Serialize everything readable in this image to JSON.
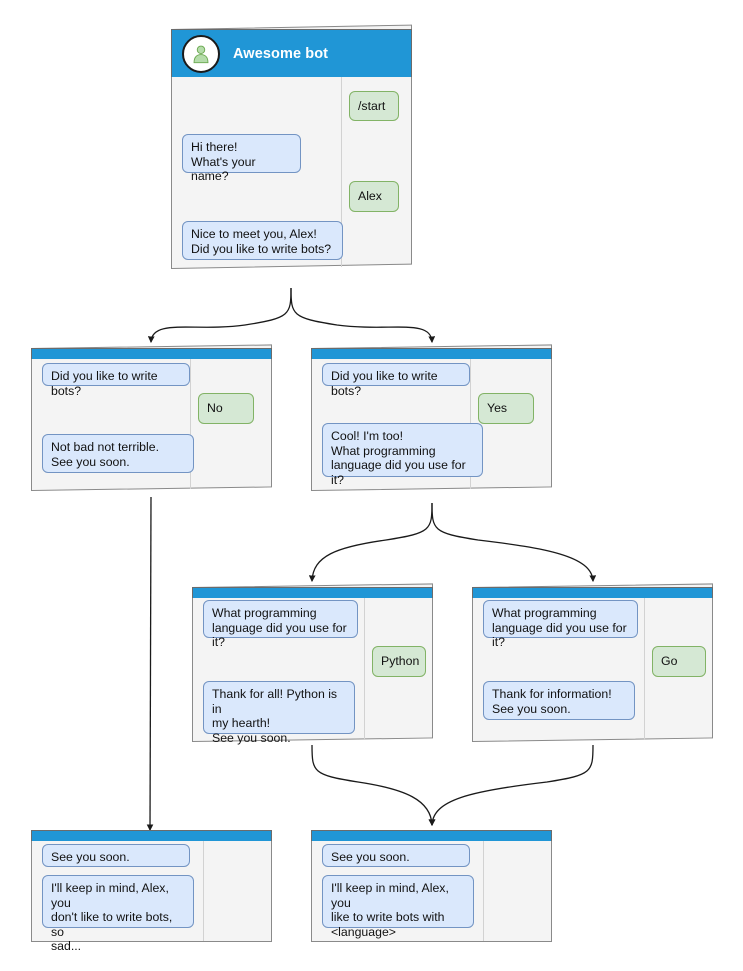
{
  "diagram": {
    "title": "Telegram bot conversation flow",
    "colors": {
      "header_blue": "#2096d6",
      "card_background": "#f4f4f4",
      "card_border": "#8a8a8a",
      "bot_bubble_fill": "#dae8fc",
      "bot_bubble_border": "#7394c3",
      "user_bubble_fill": "#d5e8d4",
      "user_bubble_border": "#82b366",
      "avatar_fill": "#b5dcab",
      "connector": "#1a1a1a"
    }
  },
  "cards": {
    "start": {
      "name": "start-card",
      "bot_name": "Awesome bot",
      "avatar_icon": "user-avatar-icon",
      "messages": [
        {
          "from": "user",
          "text": "/start"
        },
        {
          "from": "bot",
          "text": "Hi there!\nWhat's your name?"
        },
        {
          "from": "user",
          "text": "Alex"
        },
        {
          "from": "bot",
          "text": "Nice to meet you, Alex!\nDid you like to write bots?"
        }
      ]
    },
    "no_branch": {
      "name": "no-branch-card",
      "messages": [
        {
          "from": "bot",
          "text": "Did you like to write bots?"
        },
        {
          "from": "user",
          "text": "No"
        },
        {
          "from": "bot",
          "text": "Not bad not terrible.\nSee you soon."
        }
      ]
    },
    "yes_branch": {
      "name": "yes-branch-card",
      "messages": [
        {
          "from": "bot",
          "text": "Did you like to write bots?"
        },
        {
          "from": "user",
          "text": "Yes"
        },
        {
          "from": "bot",
          "text": "Cool! I'm too!\nWhat programming\nlanguage did you use for it?"
        }
      ]
    },
    "python_branch": {
      "name": "python-branch-card",
      "messages": [
        {
          "from": "bot",
          "text": "What programming\nlanguage did you use for it?"
        },
        {
          "from": "user",
          "text": "Python"
        },
        {
          "from": "bot",
          "text": "Thank for all! Python is in\nmy hearth!\nSee you soon."
        }
      ]
    },
    "go_branch": {
      "name": "go-branch-card",
      "messages": [
        {
          "from": "bot",
          "text": "What programming\nlanguage did you use for it?"
        },
        {
          "from": "user",
          "text": "Go"
        },
        {
          "from": "bot",
          "text": "Thank for information!\nSee you soon."
        }
      ]
    },
    "farewell_no": {
      "name": "farewell-no-card",
      "messages": [
        {
          "from": "bot",
          "text": "See you soon."
        },
        {
          "from": "bot",
          "text": "I'll keep in mind, Alex, you\ndon't like to write bots, so\nsad..."
        }
      ]
    },
    "farewell_yes": {
      "name": "farewell-yes-card",
      "messages": [
        {
          "from": "bot",
          "text": "See you soon."
        },
        {
          "from": "bot",
          "text": "I'll keep in mind, Alex, you\nlike to write bots with\n<language>"
        }
      ]
    }
  }
}
